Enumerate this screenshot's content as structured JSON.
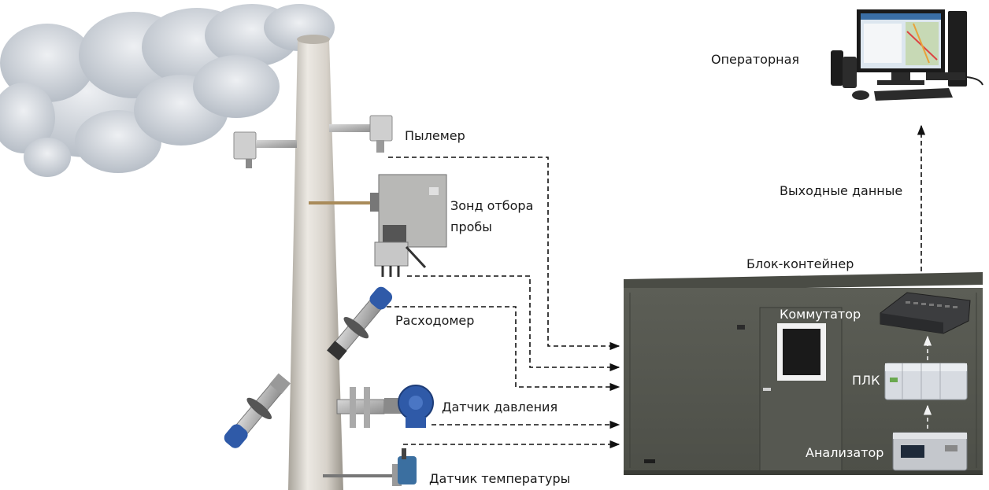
{
  "labels": {
    "dust_meter": "Пылемер",
    "sampling_probe": "Зонд отбора пробы",
    "flow_meter": "Расходомер",
    "pressure_sensor": "Датчик давления",
    "temperature_sensor": "Датчик температуры",
    "operator_room": "Операторная",
    "output_data": "Выходные данные",
    "container": "Блок-контейнер",
    "switch": "Коммутатор",
    "plc": "ПЛК",
    "analyzer": "Анализатор"
  },
  "colors": {
    "chimney": "#ddd9d2",
    "container_wall": "#585a52",
    "container_roof": "#4e5049",
    "smoke": "#c9ced4",
    "sensor_blue": "#2f5aa8",
    "line": "#111111"
  }
}
